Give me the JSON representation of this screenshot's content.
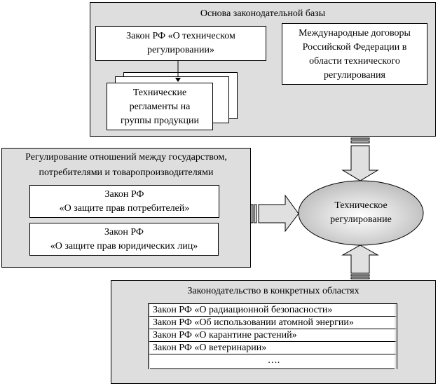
{
  "top_panel": {
    "title": "Основа законодательной базы",
    "law_box": {
      "line1": "Закон РФ «О техническом",
      "line2": "регулировании»"
    },
    "intl_box": {
      "line1": "Международные договоры",
      "line2": "Российской Федерации  в",
      "line3": "области технического",
      "line4": "регулирования"
    },
    "regulations_box": {
      "line1": "Технические",
      "line2": "регламенты на",
      "line3": "группы продукции"
    }
  },
  "left_panel": {
    "title_line1": "Регулирование отношений между государством,",
    "title_line2": "потребителями и товаропроизводителями",
    "boxes": [
      {
        "line1": "Закон РФ",
        "line2": "«О защите прав потребителей»"
      },
      {
        "line1": "Закон РФ",
        "line2": "«О защите прав юридических лиц»"
      }
    ]
  },
  "center": {
    "line1": "Техническое",
    "line2": "регулирование"
  },
  "bottom_panel": {
    "title": "Законодательство в конкретных областях",
    "items": [
      "Закон РФ «О радиационной безопасности»",
      "Закон РФ «Об использовании атомной энергии»",
      "Закон РФ «О карантине растений»",
      "Закон РФ «О ветеринарии»",
      "…."
    ]
  },
  "colors": {
    "panel_fill": "#dedede",
    "arrow_fill": "#e0e0e0",
    "ellipse_center": "#ffffff",
    "ellipse_edge": "#bdbdbd"
  }
}
